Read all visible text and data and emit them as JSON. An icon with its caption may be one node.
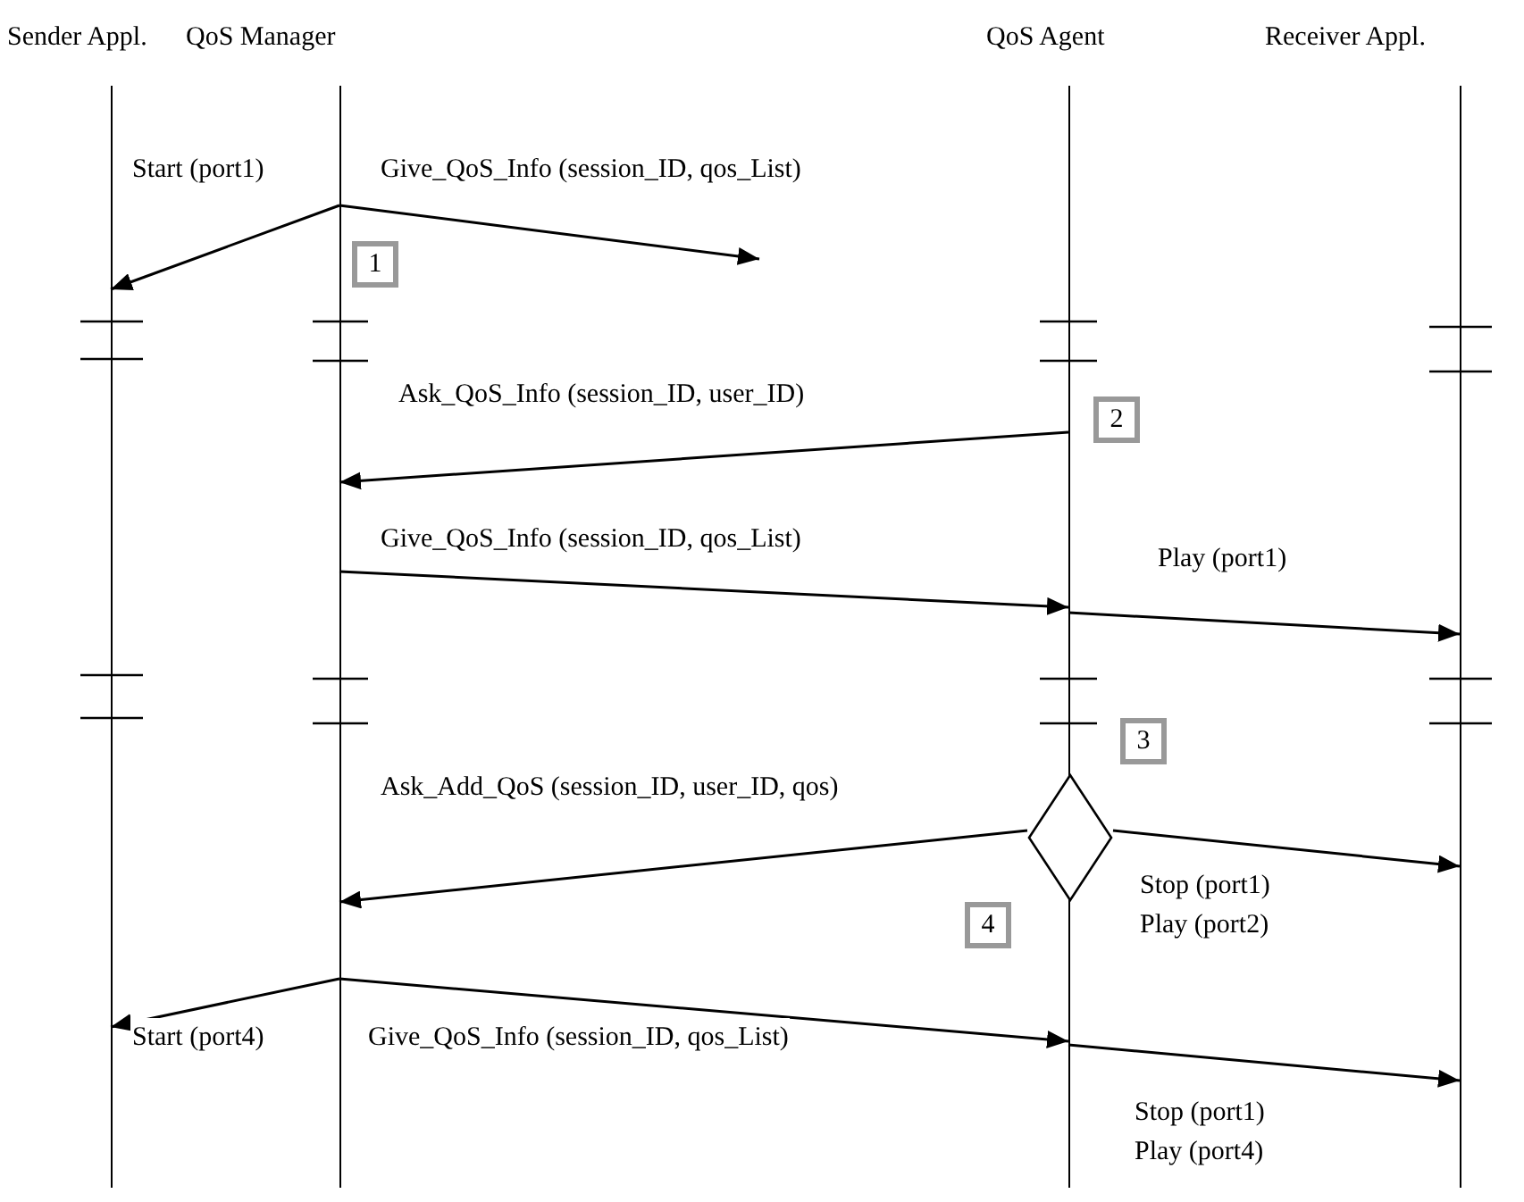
{
  "diagram": {
    "nodes": [
      {
        "text": [
          "Sender Appl."
        ]
      },
      {
        "text": [
          "QoS Manager"
        ]
      },
      {
        "text": [
          "QoS Agent"
        ]
      },
      {
        "text": [
          "Receiver Appl."
        ]
      },
      {
        "text": [
          "1"
        ]
      },
      {
        "text": [
          "2"
        ]
      },
      {
        "text": [
          "3"
        ]
      },
      {
        "text": [],
        "shape": "diamond"
      },
      {
        "text": [
          "4"
        ]
      }
    ],
    "edges": [
      {
        "from": 1,
        "to": 0,
        "arrow": "to",
        "label": "Start (port1)"
      },
      {
        "from": 1,
        "to": null,
        "arrow": "to",
        "label": "Give_QoS_Info (session_ID, qos_List)"
      },
      {
        "from": 2,
        "to": 1,
        "arrow": "to",
        "label": "Ask_QoS_Info (session_ID, user_ID)"
      },
      {
        "from": 1,
        "to": 2,
        "arrow": "to",
        "label": "Give_QoS_Info (session_ID, qos_List)"
      },
      {
        "from": 2,
        "to": 3,
        "arrow": "to",
        "label": "Play (port1)"
      },
      {
        "from": 7,
        "to": 1,
        "arrow": "to",
        "label": "Ask_Add_QoS (session_ID, user_ID, qos)"
      },
      {
        "from": 7,
        "to": 3,
        "arrow": "to",
        "label": "Stop (port1) Play (port2)"
      },
      {
        "from": 1,
        "to": 0,
        "arrow": "to",
        "label": "Start (port4)"
      },
      {
        "from": 1,
        "to": 2,
        "arrow": "to",
        "label": "Give_QoS_Info (session_ID, qos_List)"
      },
      {
        "from": 2,
        "to": 3,
        "arrow": "to",
        "label": "Stop (port1) Play (port4)"
      }
    ]
  }
}
